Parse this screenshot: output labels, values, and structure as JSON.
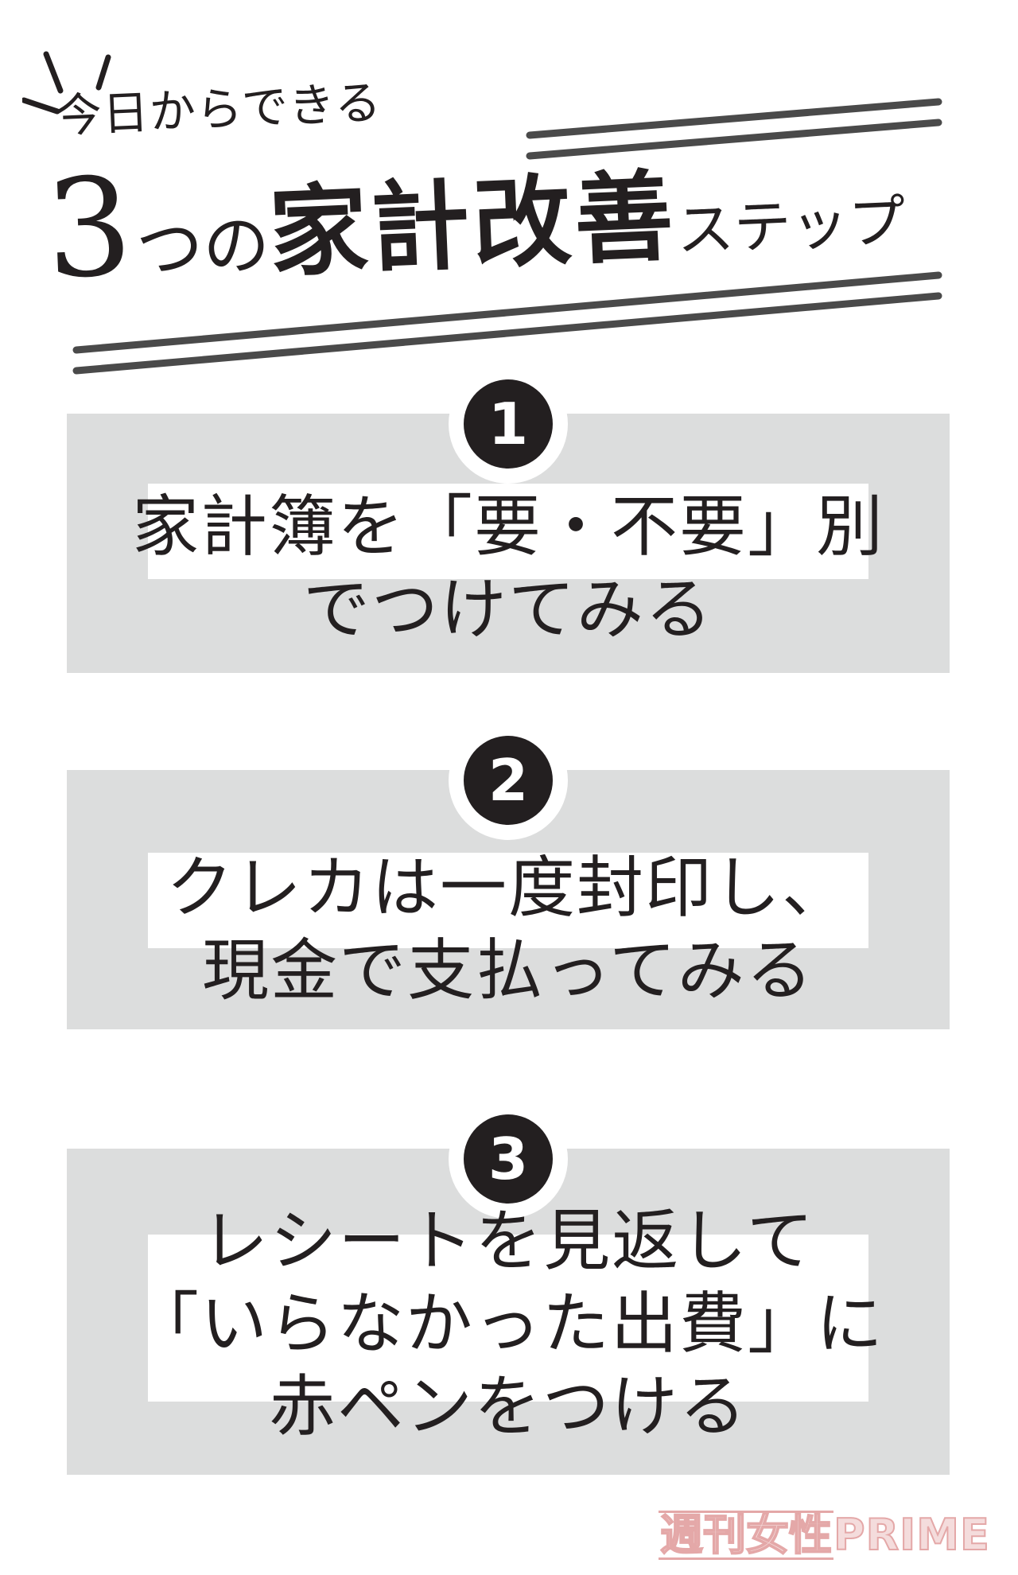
{
  "header": {
    "subtitle": "今日からできる",
    "title_number": "3",
    "title_tsuno": "つの",
    "title_main": "家計改善",
    "title_suffix": "ステップ"
  },
  "steps": [
    {
      "number": "1",
      "lines": [
        "家計簿を「要・不要」別",
        "でつけてみる"
      ]
    },
    {
      "number": "2",
      "lines": [
        "クレカは一度封印し、",
        "現金で支払ってみる"
      ]
    },
    {
      "number": "3",
      "lines": [
        "レシートを見返して",
        "「いらなかった出費」に",
        "赤ペンをつける"
      ]
    }
  ],
  "watermark": {
    "brand_jp": "週刊女性",
    "brand_en": "PRIME"
  },
  "colors": {
    "text": "#231f20",
    "panel": "#dcdddd",
    "badge": "#231f20",
    "stripe": "#4a4a4a",
    "watermark": "#e4a8a8"
  }
}
